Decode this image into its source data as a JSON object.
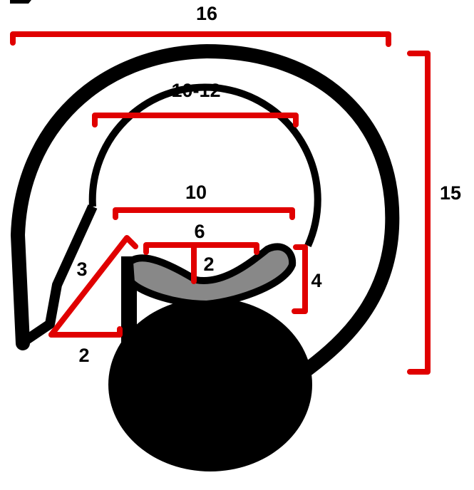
{
  "colors": {
    "profile": "#000000",
    "insert": "#888888",
    "dimension": "#e00000",
    "background": "#ffffff"
  },
  "dimensions": {
    "overall_width": "16",
    "overall_height": "15",
    "inner_opening": "10-12",
    "cup_opening": "10",
    "cup_width": "6",
    "cup_depth": "2",
    "cup_height": "4",
    "lip_diagonal": "3",
    "lip_base": "2"
  }
}
